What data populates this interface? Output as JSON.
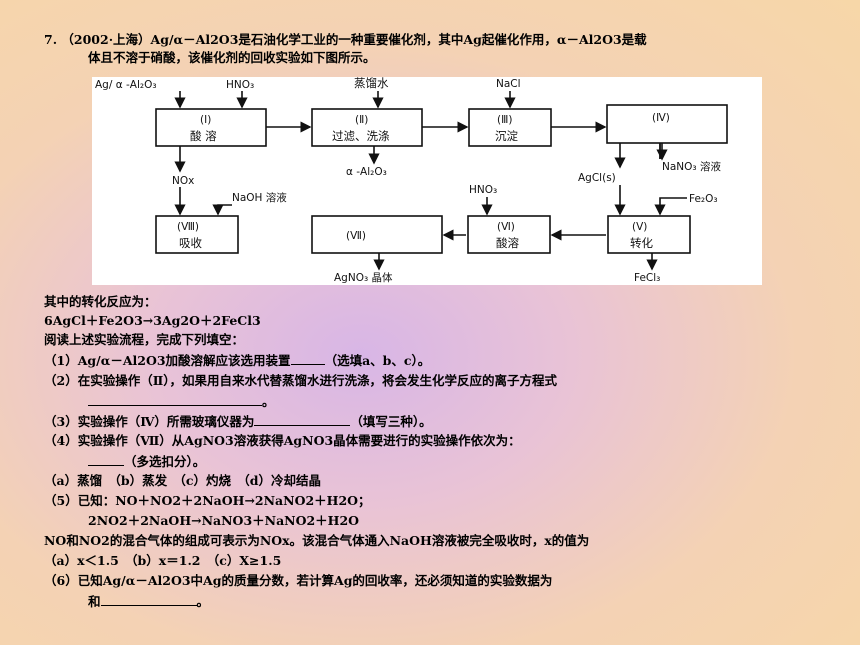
{
  "question": {
    "line1": "7. （2002·上海）Ag/α－Al2O3是石油化学工业的一种重要催化剂，其中Ag起催化作用，α－Al2O3是载",
    "line2": "体且不溶于硝酸，该催化剂的回收实验如下图所示。"
  },
  "diagram": {
    "inputs": {
      "catalyst": "Ag/ α -Al₂O₃",
      "hno3_top": "HNO₃",
      "water": "蒸馏水",
      "nacl": "NaCl",
      "naoh": "NaOH 溶液",
      "hno3_mid": "HNO₃",
      "fe2o3": "Fe₂O₃"
    },
    "boxes": {
      "b1_num": "(Ⅰ)",
      "b1_label": "酸  溶",
      "b2_num": "(Ⅱ)",
      "b2_label": "过滤、洗涤",
      "b3_num": "(Ⅲ)",
      "b3_label": "沉淀",
      "b4_num": "(Ⅳ)",
      "b5_num": "(Ⅴ)",
      "b5_label": "转化",
      "b6_num": "(Ⅵ)",
      "b6_label": "酸溶",
      "b7_num": "(Ⅶ)",
      "b8_num": "(Ⅷ)",
      "b8_label": "吸收"
    },
    "outputs": {
      "nox": "NOx",
      "al2o3": "α -Al₂O₃",
      "nano3": "NaNO₃ 溶液",
      "agcl": "AgCl(s)",
      "agno3": "AgNO₃ 晶体",
      "fecl3": "FeCl₃"
    }
  },
  "body": {
    "l1": "其中的转化反应为：",
    "l2": "6AgCl＋Fe2O3→3Ag2O＋2FeCl3",
    "l3": "阅读上述实验流程，完成下列填空：",
    "l4a": "（1）Ag/α－Al2O3加酸溶解应该选用装置",
    "l4b": "（选填a、b、c）。",
    "l5": "（2）在实验操作（Ⅱ），如果用自来水代替蒸馏水进行洗涤，将会发生化学反应的离子方程式",
    "l6": "。",
    "l7a": "（3）实验操作（Ⅳ）所需玻璃仪器为",
    "l7b": "（填写三种）。",
    "l8": "（4）实验操作（Ⅶ）从AgNO3溶液获得AgNO3晶体需要进行的实验操作依次为：",
    "l9": "（多选扣分）。",
    "l10": "（a）蒸馏　（b）蒸发　（c）灼烧　（d）冷却结晶",
    "l11": "（5）已知：NO＋NO2＋2NaOH→2NaNO2＋H2O；",
    "l12": "2NO2＋2NaOH→NaNO3＋NaNO2＋H2O",
    "l13": "NO和NO2的混合气体的组成可表示为NOx。该混合气体通入NaOH溶液被完全吸收时，x的值为",
    "l14": "（a）x＜1.5　（b）x＝1.2　（c）X≥1.5",
    "l15": "（6）已知Ag/α－Al2O3中Ag的质量分数，若计算Ag的回收率，还必须知道的实验数据为",
    "l16a": "和",
    "l16b": "。"
  }
}
